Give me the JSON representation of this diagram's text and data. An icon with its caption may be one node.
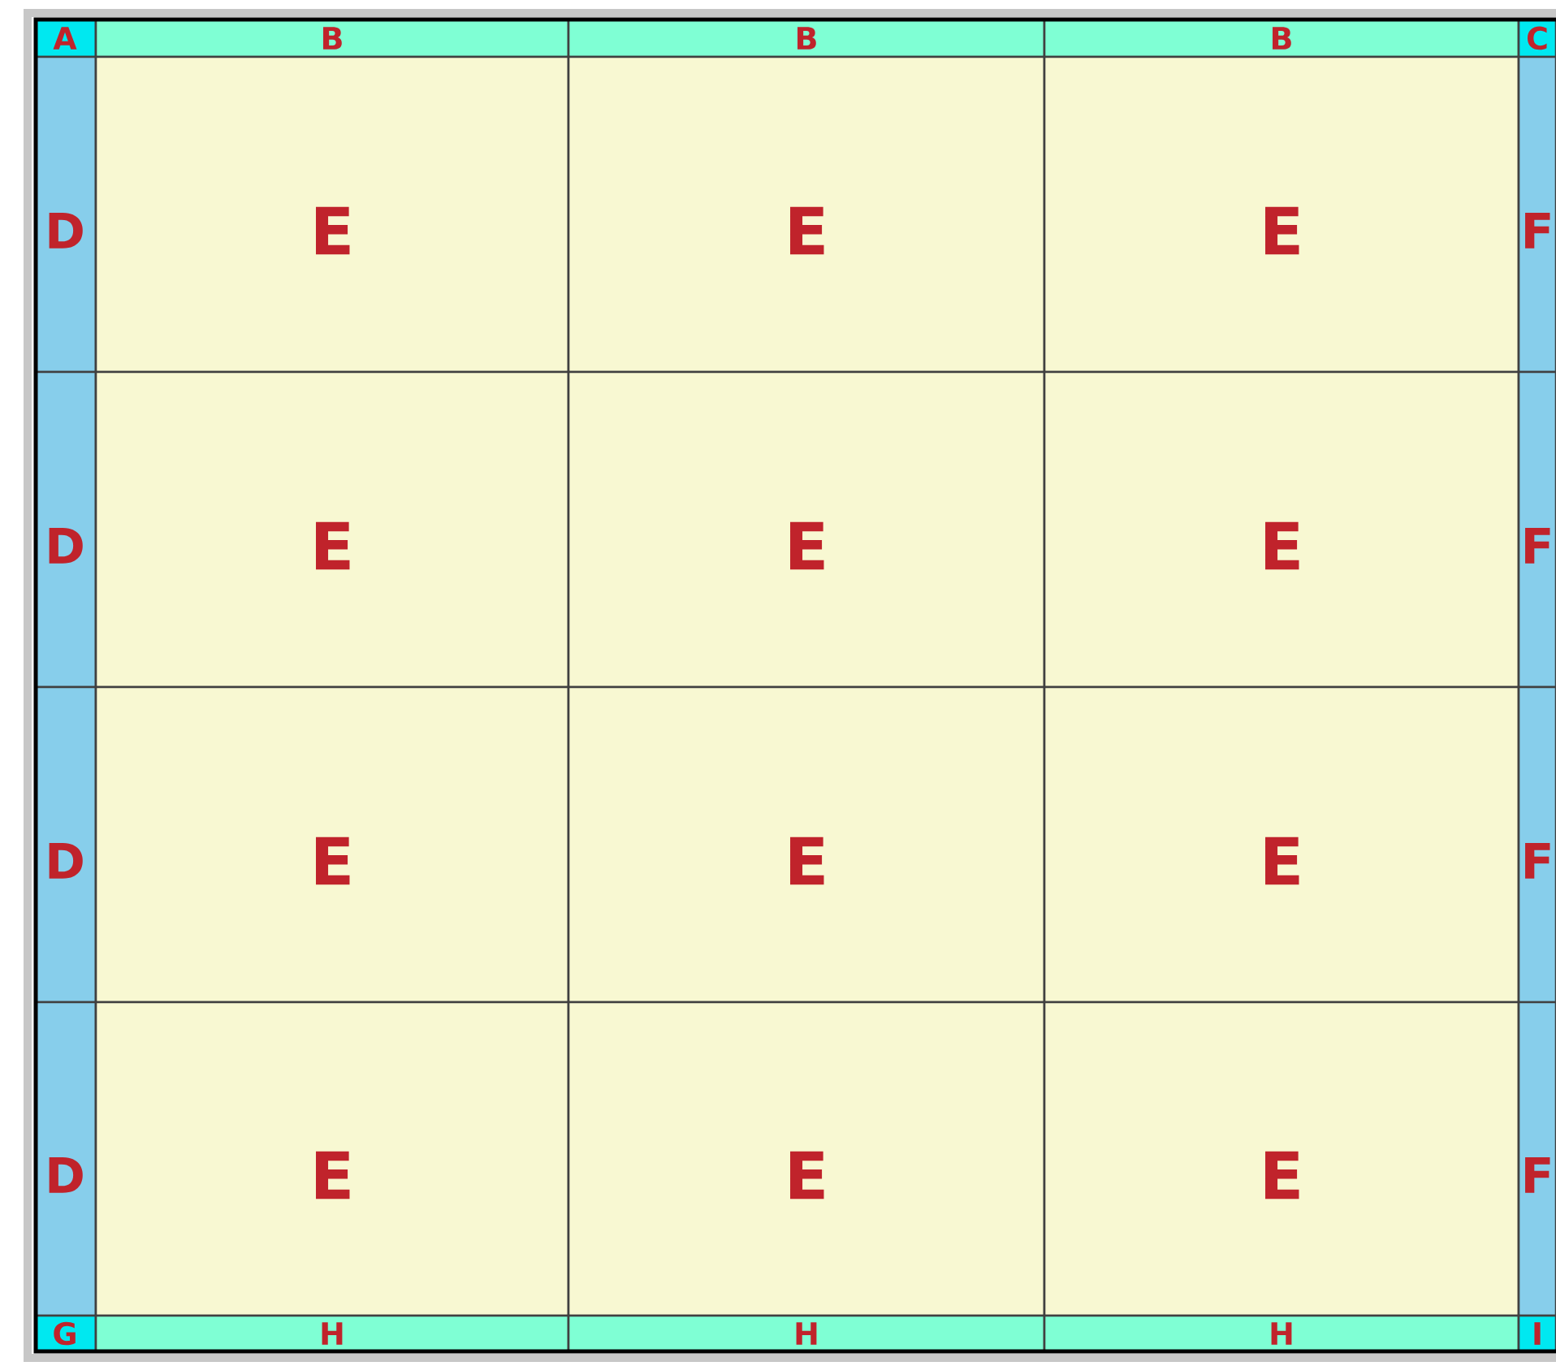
{
  "diagram": {
    "nodes": [
      {
        "text": [
          "A"
        ]
      },
      {
        "text": [
          "B"
        ]
      },
      {
        "text": [
          "B"
        ]
      },
      {
        "text": [
          "B"
        ]
      },
      {
        "text": [
          "C"
        ]
      },
      {
        "text": [
          "D"
        ]
      },
      {
        "text": [
          "E"
        ]
      },
      {
        "text": [
          "E"
        ]
      },
      {
        "text": [
          "E"
        ]
      },
      {
        "text": [
          "F"
        ]
      },
      {
        "text": [
          "D"
        ]
      },
      {
        "text": [
          "E"
        ]
      },
      {
        "text": [
          "E"
        ]
      },
      {
        "text": [
          "E"
        ]
      },
      {
        "text": [
          "F"
        ]
      },
      {
        "text": [
          "D"
        ]
      },
      {
        "text": [
          "E"
        ]
      },
      {
        "text": [
          "E"
        ]
      },
      {
        "text": [
          "E"
        ]
      },
      {
        "text": [
          "F"
        ]
      },
      {
        "text": [
          "D"
        ]
      },
      {
        "text": [
          "E"
        ]
      },
      {
        "text": [
          "E"
        ]
      },
      {
        "text": [
          "E"
        ]
      },
      {
        "text": [
          "F"
        ]
      },
      {
        "text": [
          "G"
        ]
      },
      {
        "text": [
          "H"
        ]
      },
      {
        "text": [
          "H"
        ]
      },
      {
        "text": [
          "H"
        ]
      },
      {
        "text": [
          "I"
        ]
      }
    ]
  }
}
